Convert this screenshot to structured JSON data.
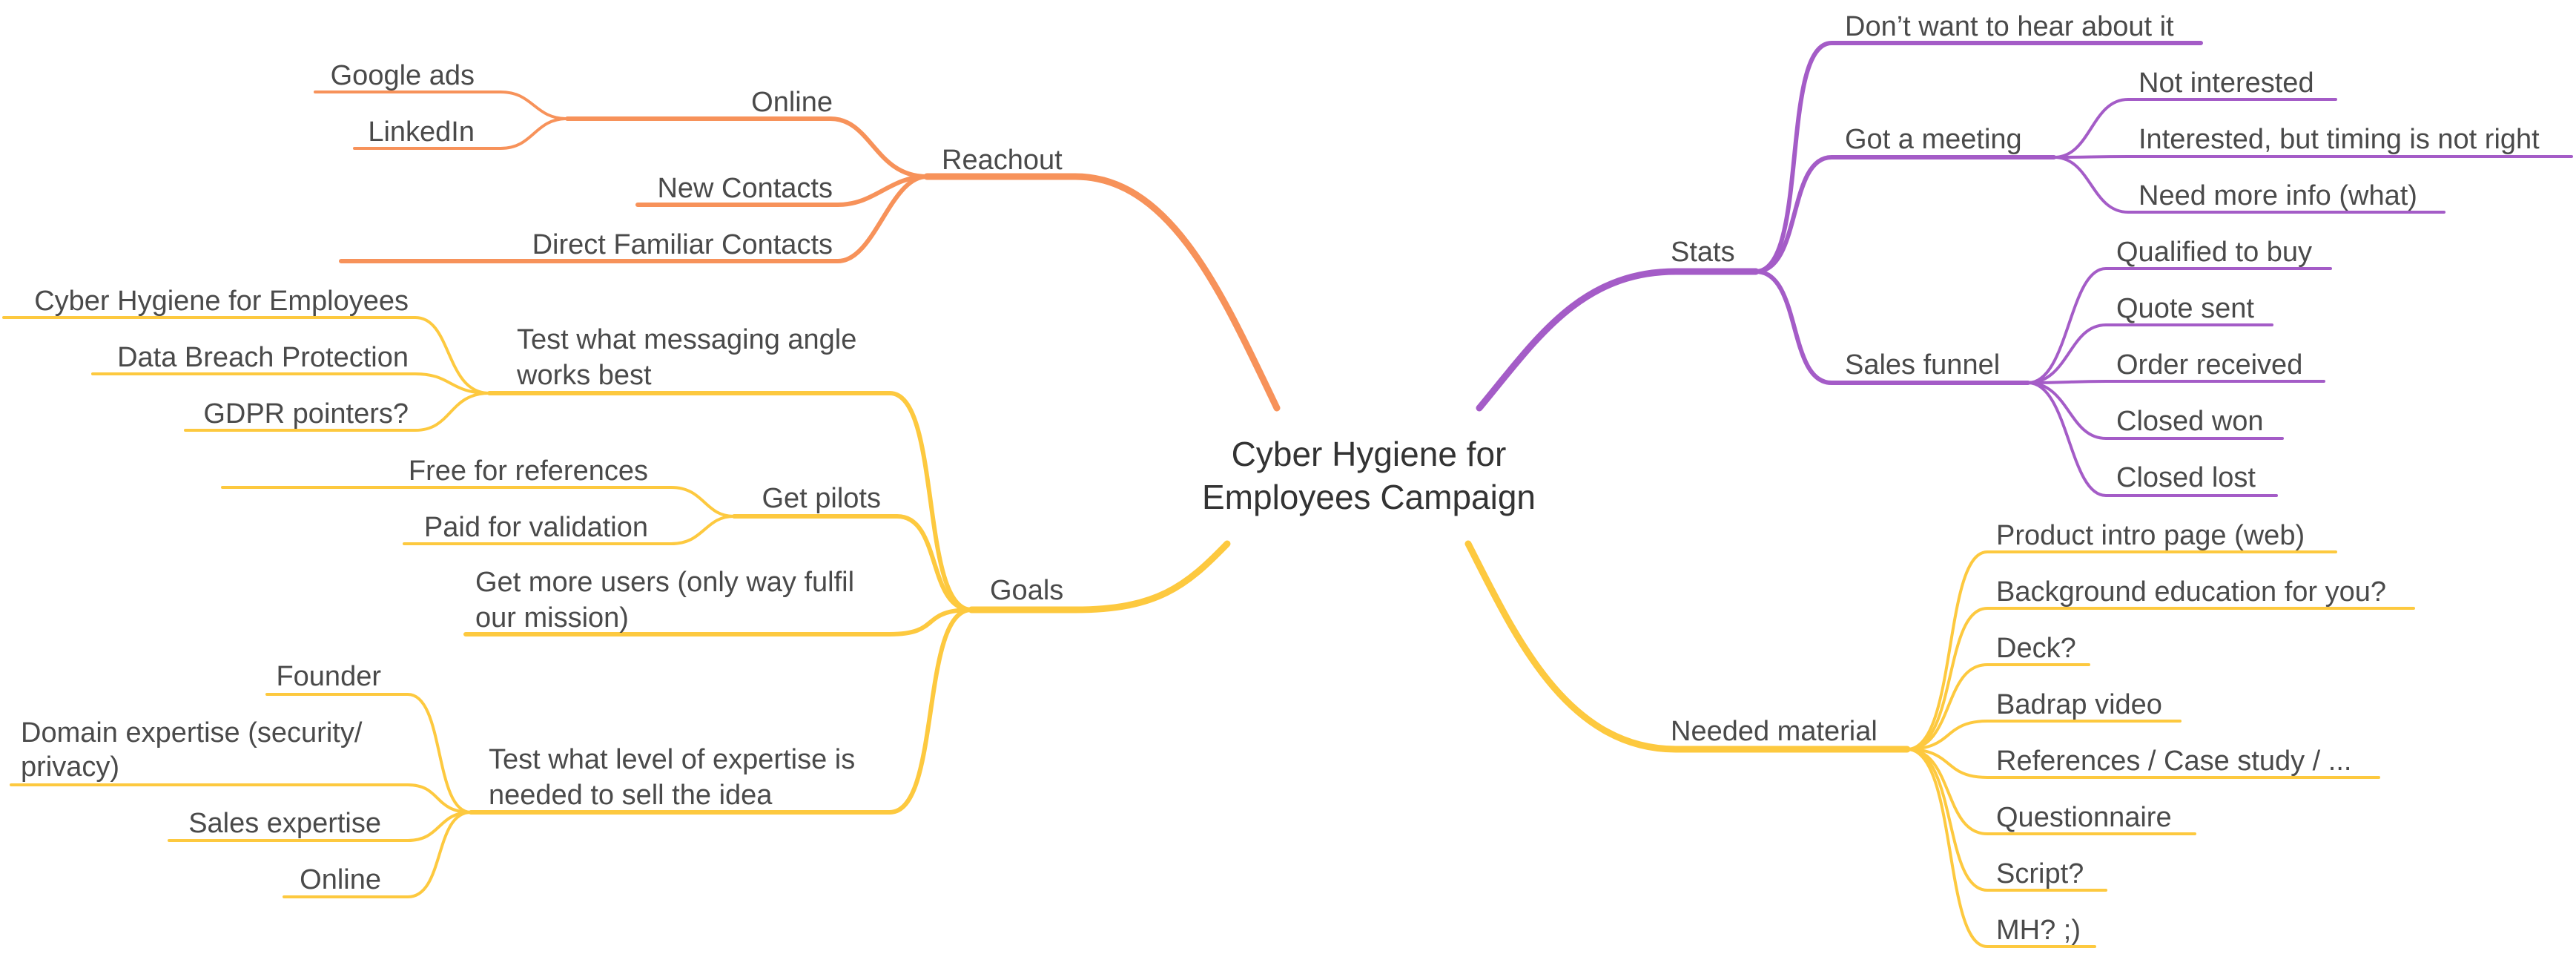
{
  "colors": {
    "reachout": "#F7925A",
    "goals": "#FDC93F",
    "stats": "#A45CC7",
    "needed_material": "#FDC93F",
    "text": "#4a4a4a"
  },
  "root": {
    "line1": "Cyber Hygiene for",
    "line2": "Employees Campaign"
  },
  "reachout": {
    "label": "Reachout",
    "online": {
      "label": "Online",
      "google_ads": "Google ads",
      "linkedin": "LinkedIn"
    },
    "new_contacts": "New Contacts",
    "direct_familiar_contacts": "Direct Familiar Contacts"
  },
  "goals": {
    "label": "Goals",
    "messaging": {
      "line1": "Test what messaging angle",
      "line2": "works best",
      "children": [
        "Cyber Hygiene for Employees",
        "Data Breach Protection",
        "GDPR pointers?"
      ]
    },
    "pilots": {
      "label": "Get pilots",
      "children": [
        "Free for references",
        "Paid for validation"
      ]
    },
    "users": {
      "line1": "Get more users (only way fulfil",
      "line2": "our mission)"
    },
    "expertise": {
      "line1": "Test what level of expertise is",
      "line2": "needed to sell the idea",
      "founder": "Founder",
      "domain_line1": "Domain expertise (security/",
      "domain_line2": "privacy)",
      "sales": "Sales expertise",
      "online": "Online"
    }
  },
  "stats": {
    "label": "Stats",
    "dont_want": "Don’t want to hear about it",
    "meeting": {
      "label": "Got a meeting",
      "children": [
        "Not interested",
        "Interested, but timing is not right",
        "Need more info (what)"
      ]
    },
    "funnel": {
      "label": "Sales funnel",
      "children": [
        "Qualified to buy",
        "Quote sent",
        "Order received",
        "Closed won",
        "Closed lost"
      ]
    }
  },
  "needed_material": {
    "label": "Needed material",
    "children": [
      "Product intro page (web)",
      "Background education for you?",
      "Deck?",
      "Badrap video",
      "References / Case study / ...",
      "Questionnaire",
      "Script?",
      "MH? ;)"
    ]
  }
}
